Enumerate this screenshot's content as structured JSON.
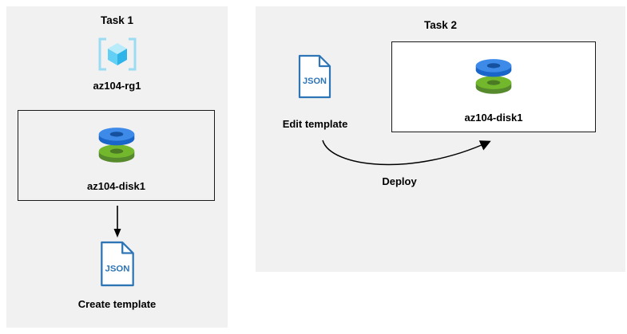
{
  "task1": {
    "title": "Task 1",
    "resource_group_label": "az104-rg1",
    "disk_label": "az104-disk1",
    "json_icon_text": "JSON",
    "caption": "Create template"
  },
  "task2": {
    "title": "Task 2",
    "json_icon_text": "JSON",
    "edit_caption": "Edit template",
    "disk_label": "az104-disk1",
    "deploy_label": "Deploy"
  },
  "icons": {
    "resource_group": "azure-resource-group-icon",
    "managed_disk": "azure-disk-icon",
    "json_document": "json-file-icon",
    "down_arrow": "down-arrow-icon",
    "curved_arrow": "curved-deploy-arrow-icon"
  },
  "colors": {
    "panel_background": "#f1f1f2",
    "box_border": "#1a1a1a",
    "json_icon_blue": "#2e75b6",
    "disk_blue_top": "#3d8ae8",
    "disk_blue_side": "#1a66c8",
    "disk_green_top": "#73b82c",
    "disk_green_side": "#568a2d",
    "resource_group_cyan": "#50c8f0",
    "arrow_black": "#000000"
  }
}
